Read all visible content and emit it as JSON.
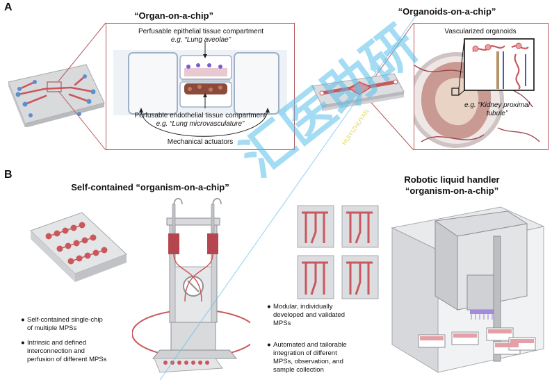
{
  "panelA": {
    "letter": "A",
    "organ_title": "“Organ-on-a-chip”",
    "organoid_title": "“Organoids-on-a-chip”",
    "epithelial_label": "Perfusable epithelial tissue compartment",
    "epithelial_example": "e.g. “Lung aveolae”",
    "endothelial_label": "Perfusable endothelial tissue compartment",
    "endothelial_example": "e.g. “Lung microvasculature”",
    "actuators_label": "Mechanical actuators",
    "vascularized_label": "Vascularized organoids",
    "kidney_example_line1": "e.g. “Kidney proximal",
    "kidney_example_line2": "tubule”"
  },
  "panelB": {
    "letter": "B",
    "self_title": "Self-contained “organism-on-a-chip”",
    "robotic_title_line1": "Robotic liquid handler",
    "robotic_title_line2": "“organism-on-a-chip”",
    "bullets_left": [
      {
        "line1": "Self-contained single-chip",
        "line2": "of multiple MPSs",
        "line3": ""
      },
      {
        "line1": "Intrinsic and defined",
        "line2": "interconnection and",
        "line3": "perfusion of different MPSs"
      }
    ],
    "bullets_mid": [
      {
        "line1": "Modular, individually",
        "line2": "developed and validated",
        "line3": "MPSs",
        "line4": ""
      },
      {
        "line1": "Automated and tailorable",
        "line2": "integration of different",
        "line3": "MPSs, observation, and",
        "line4": "sample collection"
      }
    ],
    "bullet_glyph": "●"
  },
  "watermark": {
    "text": "汇医助研",
    "subtext": "HUIYIZHUYAN"
  },
  "colors": {
    "chip_red": "#c9585d",
    "frame_red": "#b4575b",
    "chip_blue": "#5b8fd0",
    "chip_gray": "#d9dadc",
    "watermark_blue": "#5bc0ea"
  }
}
